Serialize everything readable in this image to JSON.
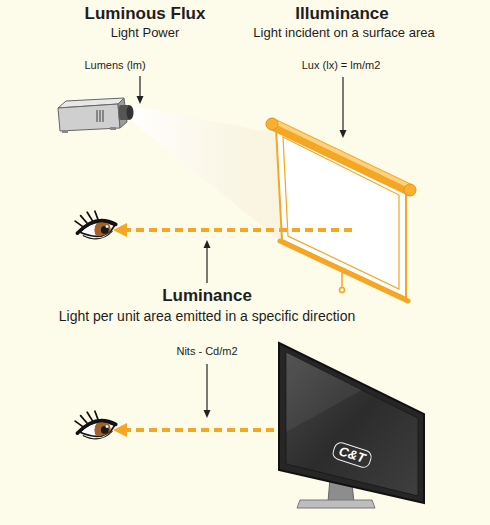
{
  "diagram": {
    "nodes": [
      {
        "text": [
          "C&T"
        ]
      }
    ],
    "labels": [
      "Luminous Flux",
      "Light Power",
      "Lumens (lm)",
      "Illuminance",
      "Light incident on a surface area",
      "Lux (lx) = lm/m2",
      "Luminance",
      "Light per unit area emitted in a specific direction",
      "Nits - Cd/m2"
    ]
  }
}
